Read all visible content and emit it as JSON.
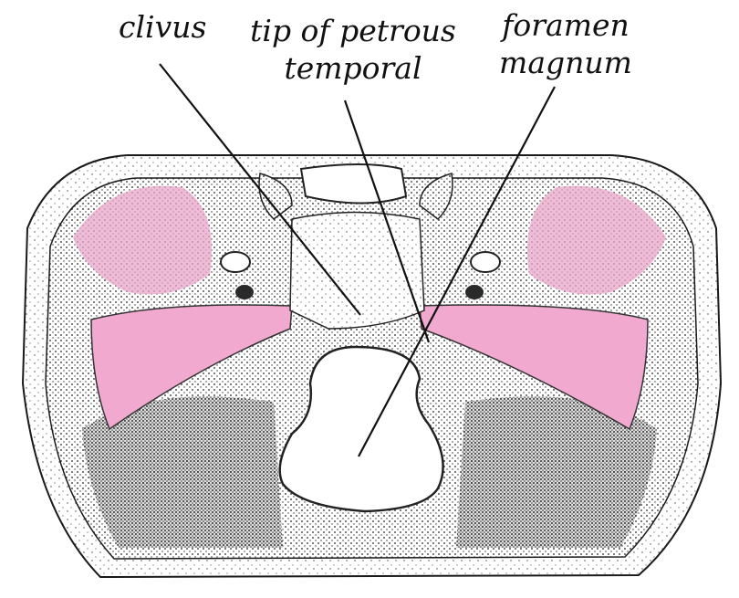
{
  "labels": {
    "clivus": "clivus",
    "tip_line1": "tip of petrous",
    "tip_line2": "temporal",
    "foramen_line1": "foramen",
    "foramen_line2": "magnum"
  },
  "colors": {
    "petrous_fill": "#f2a9cf",
    "bone_fill": "#ffffff",
    "ink": "#1a1a1a",
    "shadow": "#2b2b2b"
  }
}
